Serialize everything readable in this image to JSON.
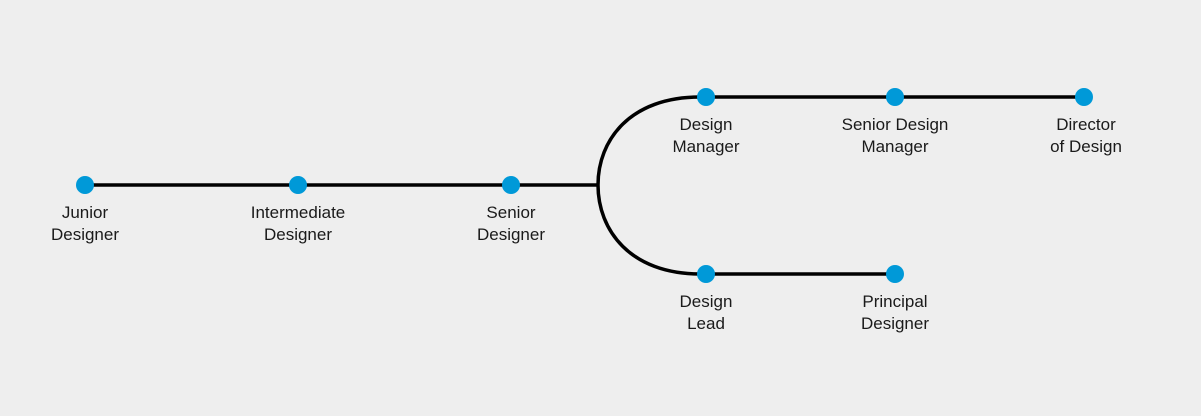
{
  "colors": {
    "background": "#eeeeee",
    "line": "#000000",
    "node": "#0099d8",
    "text": "#1a1a1a"
  },
  "nodes": [
    {
      "id": "junior-designer",
      "lines": [
        "Junior",
        "Designer"
      ]
    },
    {
      "id": "intermediate-designer",
      "lines": [
        "Intermediate",
        "Designer"
      ]
    },
    {
      "id": "senior-designer",
      "lines": [
        "Senior",
        "Designer"
      ]
    },
    {
      "id": "design-manager",
      "lines": [
        "Design",
        "Manager"
      ]
    },
    {
      "id": "senior-design-manager",
      "lines": [
        "Senior Design",
        "Manager"
      ]
    },
    {
      "id": "director-of-design",
      "lines": [
        "Director",
        "of Design"
      ]
    },
    {
      "id": "design-lead",
      "lines": [
        "Design",
        "Lead"
      ]
    },
    {
      "id": "principal-designer",
      "lines": [
        "Principal",
        "Designer"
      ]
    }
  ]
}
